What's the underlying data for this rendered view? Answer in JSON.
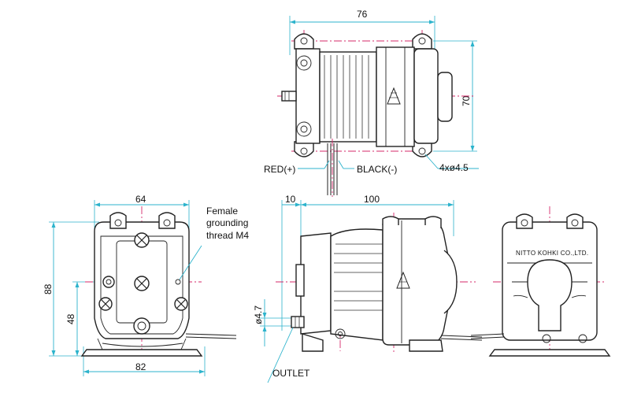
{
  "dimensions": {
    "top_width": "76",
    "top_height": "70",
    "mount_holes": "4xø4.5",
    "front_width": "64",
    "front_height": "88",
    "front_center_height": "48",
    "front_base_width": "82",
    "side_offset": "10",
    "side_length": "100",
    "outlet_diameter": "ø4.7"
  },
  "labels": {
    "red_wire": "RED(+)",
    "black_wire": "BLACK(-)",
    "grounding_line1": "Female",
    "grounding_line2": "grounding",
    "grounding_line3": "thread  M4",
    "outlet": "OUTLET",
    "manufacturer": "NITTO KOHKI CO.,LTD."
  },
  "colors": {
    "dimension_lines": "#2cb3cc",
    "center_lines": "#d4286a",
    "outline": "#222222"
  }
}
